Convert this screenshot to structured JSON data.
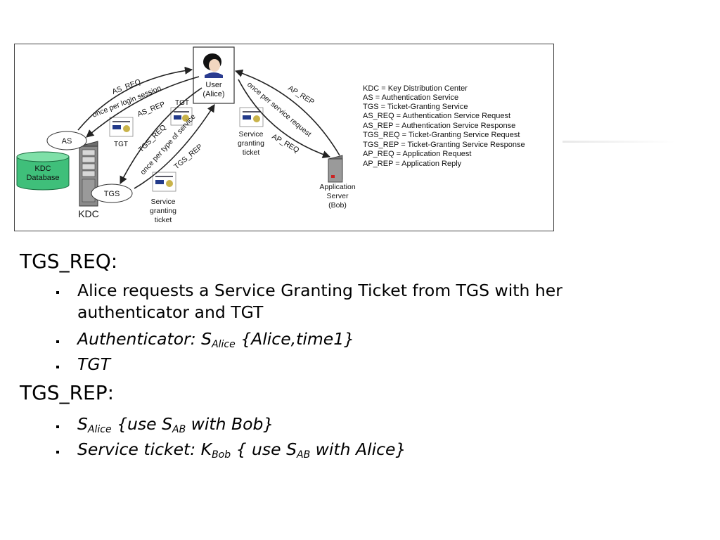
{
  "diagram": {
    "user_label": [
      "User",
      "(Alice)"
    ],
    "kdc_label": "KDC",
    "as_label": "AS",
    "tgs_label": "TGS",
    "db_label": [
      "KDC",
      "Database"
    ],
    "tgt_label_top": "TGT",
    "tgt_label_bottom": "TGT",
    "app_server_label": [
      "Application",
      "Server",
      "(Bob)"
    ],
    "sgt_label_1": [
      "Service",
      "granting",
      "ticket"
    ],
    "sgt_label_2": [
      "Service",
      "granting",
      "ticket"
    ],
    "arrows": {
      "as_req": "AS_REQ",
      "once_login": "once per login session",
      "as_rep": "AS_REP",
      "tgs_req": "TGS_REQ",
      "once_type": "once per type of service",
      "tgs_rep": "TGS_REP",
      "ap_rep": "AP_REP",
      "once_request": "once per service request",
      "ap_req": "AP_REQ"
    },
    "legend": [
      "KDC = Key Distribution Center",
      "AS = Authentication Service",
      "TGS = Ticket-Granting Service",
      "AS_REQ = Authentication Service Request",
      "AS_REP = Authentication Service Response",
      "TGS_REQ = Ticket-Granting Service Request",
      "TGS_REP = Ticket-Granting Service Response",
      "AP_REQ = Application Request",
      "AP_REP = Application Reply"
    ]
  },
  "slide": {
    "heading1": "TGS_REQ:",
    "bullet1_line1": "Alice requests a Service Granting Ticket  from TGS with her",
    "bullet1_line2": "authenticator and TGT",
    "bullet2_prefix": "Authenticator: S",
    "bullet2_sub": "Alice",
    "bullet2_suffix": " {Alice,time1}",
    "bullet3": "TGT",
    "heading2": "TGS_REP:",
    "bullet4_s": "S",
    "bullet4_sub1": "Alice",
    "bullet4_mid": " {use S",
    "bullet4_sub2": "AB",
    "bullet4_end": " with Bob}",
    "bullet5_prefix": "Service ticket: K",
    "bullet5_sub1": "Bob",
    "bullet5_mid": " { use S",
    "bullet5_sub2": "AB",
    "bullet5_end": " with Alice}"
  }
}
